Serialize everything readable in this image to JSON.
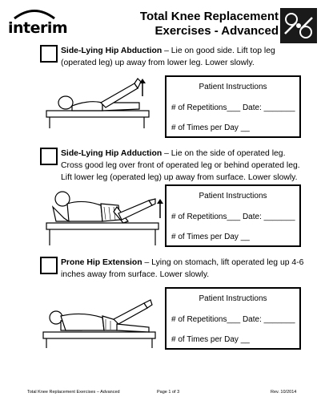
{
  "brand": {
    "logo_text": "interim"
  },
  "header": {
    "title_line1": "Total Knee Replacement",
    "title_line2": "Exercises - Advanced"
  },
  "exercises": [
    {
      "name": "Side-Lying Hip Abduction",
      "description": " – Lie on good side. Lift top leg (operated leg) up away from lower leg. Lower slowly.",
      "icon": "exercise-illustration"
    },
    {
      "name": "Side-Lying Hip Adduction",
      "description": " – Lie on the side of operated leg. Cross good leg over front of operated leg or behind operated leg. Lift lower leg (operated leg) up away from surface. Lower slowly.",
      "icon": "exercise-illustration"
    },
    {
      "name": "Prone Hip Extension",
      "description": " – Lying on stomach, lift operated leg up 4-6 inches away from surface. Lower slowly.",
      "icon": "exercise-illustration"
    }
  ],
  "instructions": {
    "heading": "Patient Instructions",
    "reps_label": "# of Repetitions___ Date: _______",
    "times_label": "# of Times per Day __"
  },
  "footer": {
    "left": "Total Knee Replacement Exercises – Advanced",
    "center": "Page 1 of 3",
    "right": "Rev. 10/2014"
  }
}
